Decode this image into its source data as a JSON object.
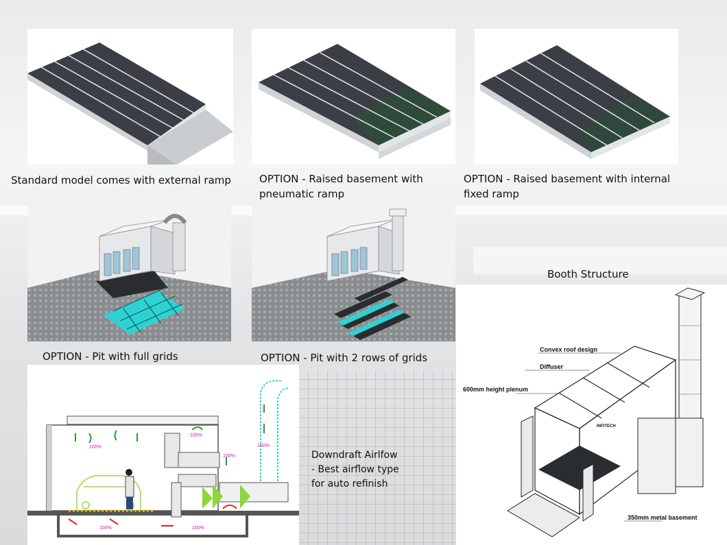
{
  "captions": {
    "standard": "Standard model comes with external ramp",
    "pneumatic": "OPTION - Raised basement with\npneumatic ramp",
    "internal": "OPTION - Raised basement with internal\n fixed ramp",
    "pit_full": "OPTION - Pit with full grids",
    "pit_rows": "OPTION - Pit with 2 rows of grids",
    "booth_structure": "Booth Structure"
  },
  "airflow": {
    "description": "Downdraft Airlfow\n- Best airflow type\nfor auto refinish",
    "percent_label": "100%"
  },
  "structure_labels": {
    "roof": "Convex roof design",
    "diffuser": "Diffuser",
    "plenum": "600mm height plenum",
    "basement": "350mm metal basement",
    "brand": "INFITECH"
  },
  "colors": {
    "floor_dark": "#3b3f45",
    "pit_grid": "#2fd2d2",
    "ramp_green": "#2e4a3a",
    "arrow_green": "#2a9a2a",
    "arrow_red": "#e02020"
  }
}
